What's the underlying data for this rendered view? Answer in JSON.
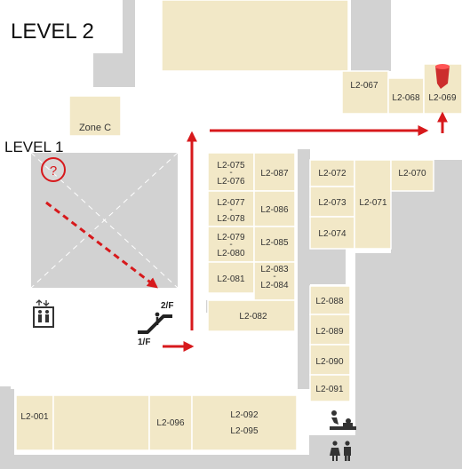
{
  "titles": {
    "current_level": "LEVEL 2",
    "lower_level": "LEVEL 1"
  },
  "zone_label": "Zone C",
  "escalator": {
    "upper": "2/F",
    "lower": "1/F"
  },
  "atrium_marker": "?",
  "units": {
    "u067": "L2-067",
    "u068": "L2-068",
    "u069": "L2-069",
    "u070": "L2-070",
    "u071": "L2-071",
    "u072": "L2-072",
    "u073": "L2-073",
    "u074": "L2-074",
    "u075": "L2-075",
    "u076": "L2-076",
    "u077": "L2-077",
    "u078": "L2-078",
    "u079": "L2-079",
    "u080": "L2-080",
    "u081": "L2-081",
    "u082": "L2-082",
    "u083": "L2-083",
    "u084": "L2-084",
    "u085": "L2-085",
    "u086": "L2-086",
    "u087": "L2-087",
    "u088": "L2-088",
    "u089": "L2-089",
    "u090": "L2-090",
    "u091": "L2-091",
    "u092": "L2-092",
    "u095": "L2-095",
    "u096": "L2-096",
    "u001": "L2-001"
  },
  "dash": "-",
  "colors": {
    "shop": "#f2e8c7",
    "corridor": "#d2d2d2",
    "route": "#d7191c",
    "background": "#ffffff"
  },
  "icons": [
    "elevator-icon",
    "escalator-icon",
    "baby-changing-icon",
    "restroom-icon",
    "destination-marker-icon",
    "question-marker-icon"
  ]
}
